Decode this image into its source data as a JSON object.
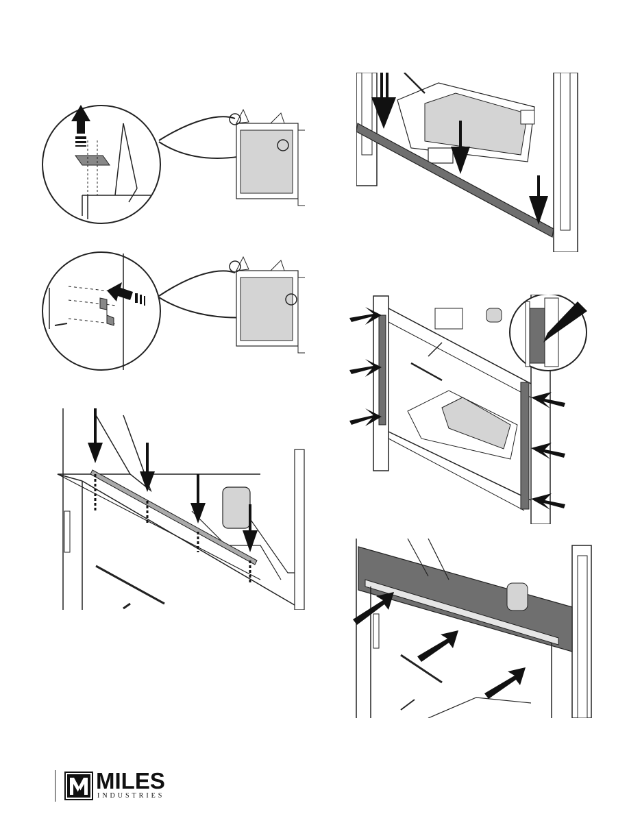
{
  "brand": {
    "name": "MILES",
    "sub": "INDUSTRIES"
  },
  "figures": [
    {
      "id": "fig-clip-removal-top",
      "icon": "up-arrow-icon"
    },
    {
      "id": "fig-clip-install-side",
      "icon": "left-arrow-icon"
    },
    {
      "id": "fig-top-bracket-install",
      "icon": "down-arrow-icon"
    },
    {
      "id": "fig-bottom-trim-install",
      "icon": "down-arrow-icon"
    },
    {
      "id": "fig-side-trim-install",
      "icon": "pointer-arrow-icon"
    },
    {
      "id": "fig-top-hood-install",
      "icon": "pointer-arrow-icon"
    }
  ],
  "colors": {
    "line": "#222222",
    "panel_gray": "#6f6f6f",
    "glass_gray": "#d4d4d4",
    "arrow": "#111111"
  }
}
